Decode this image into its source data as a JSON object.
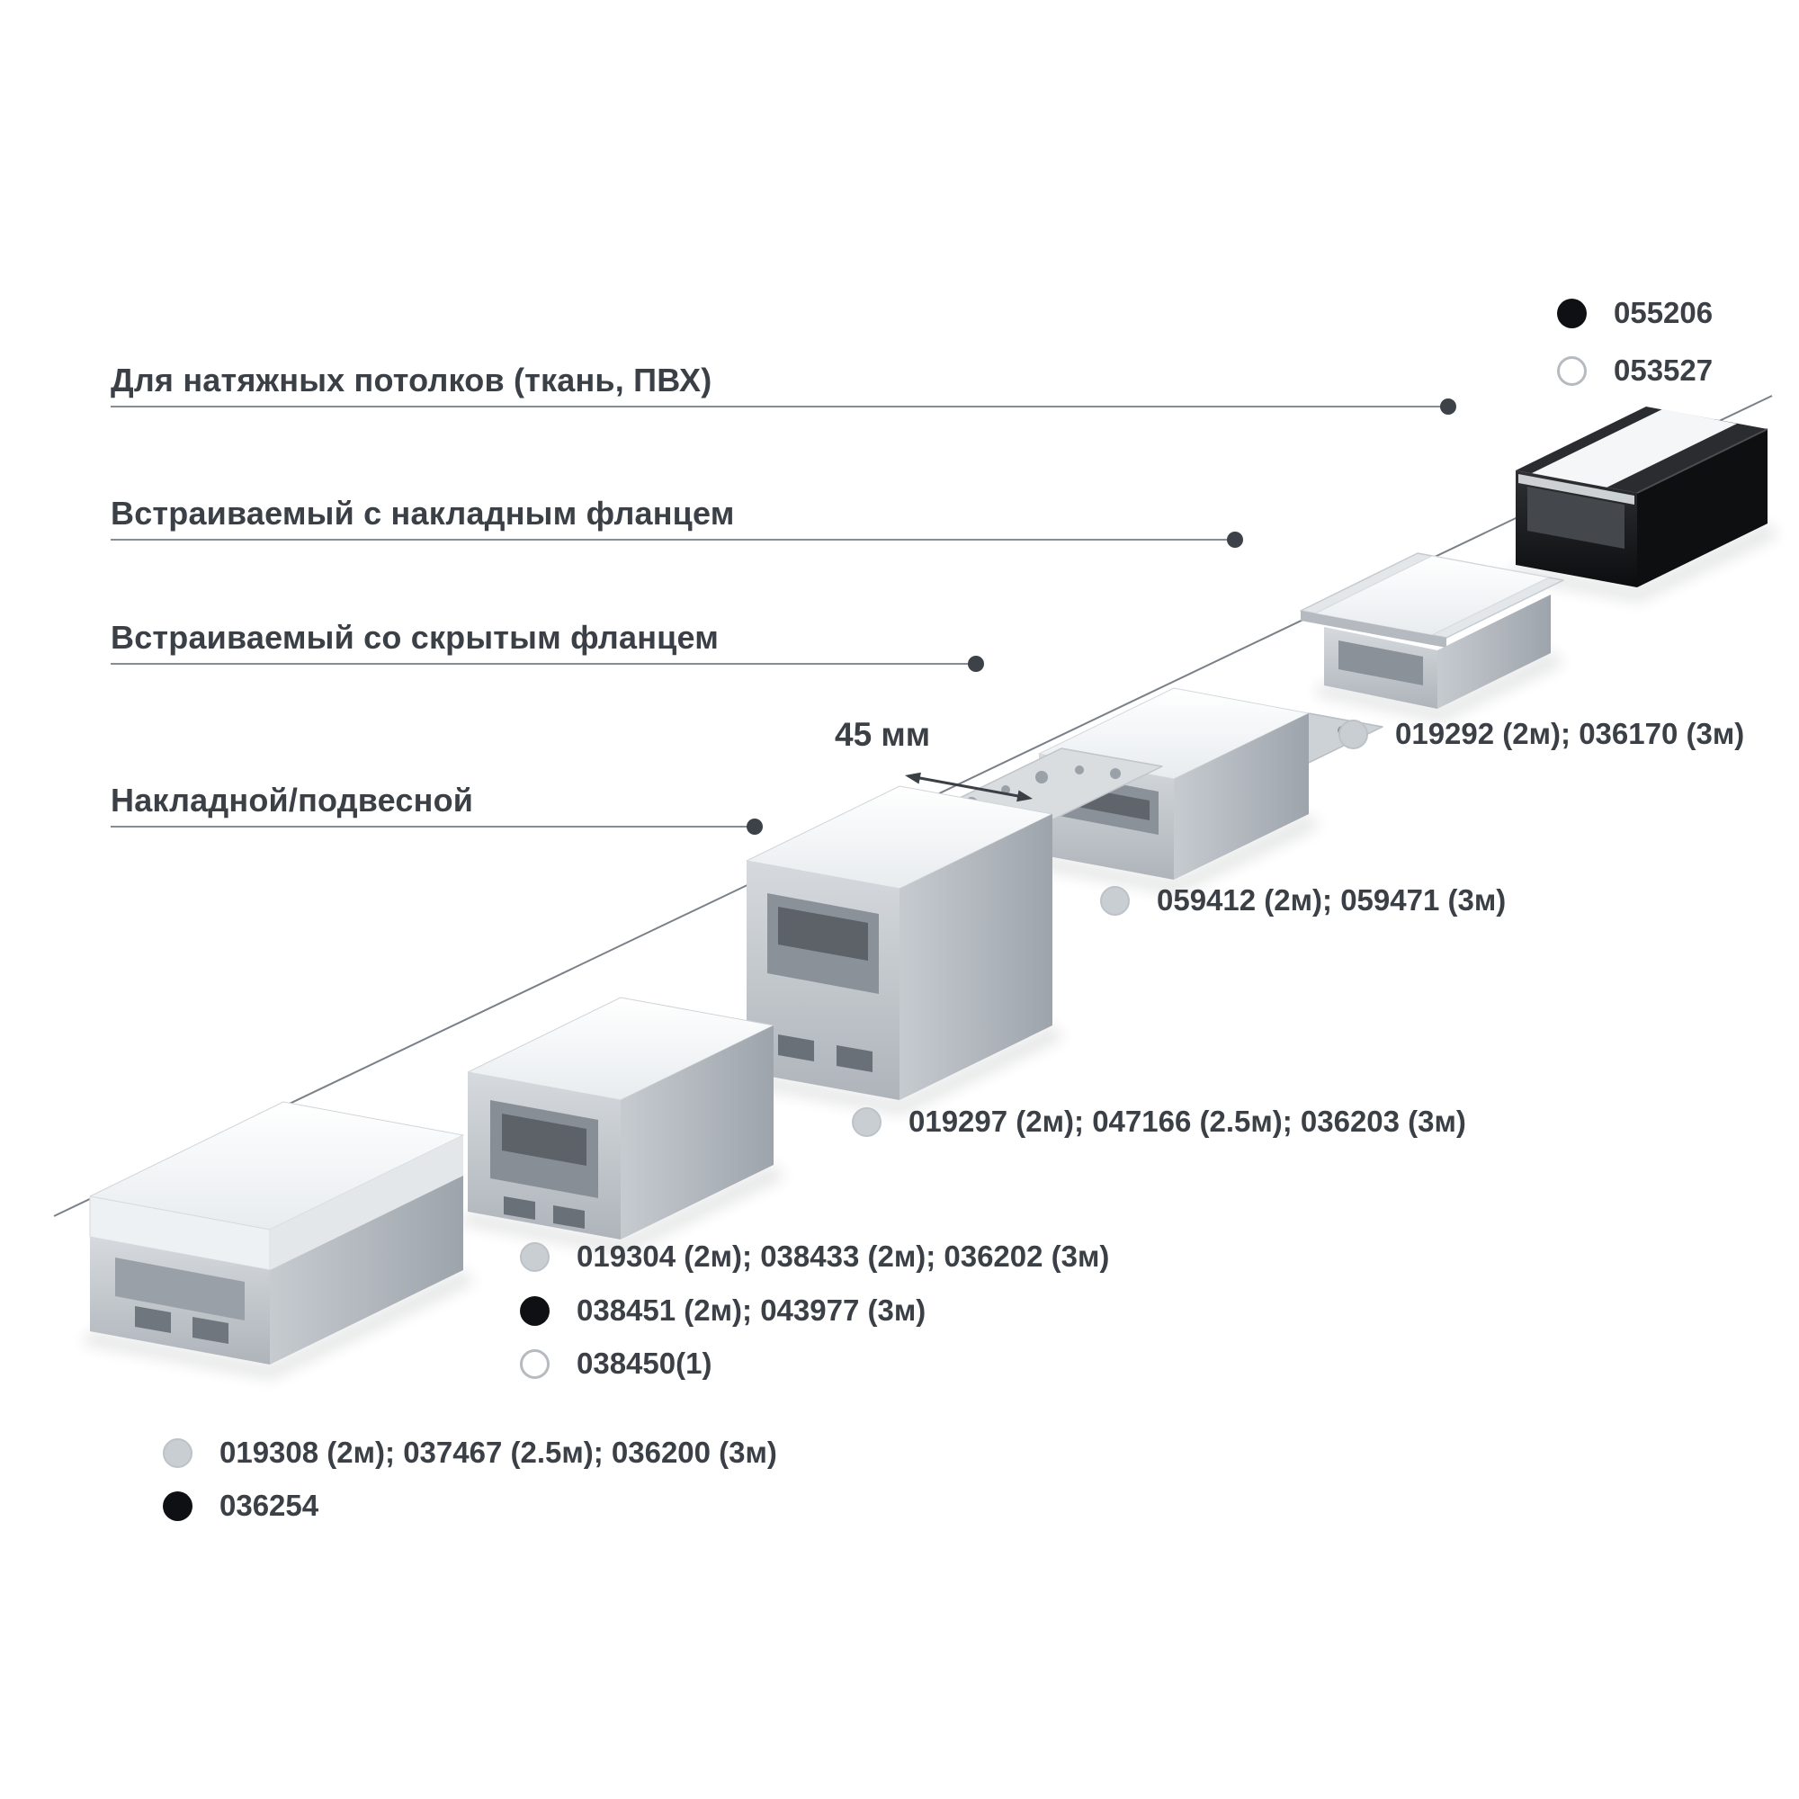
{
  "page": {
    "background": "#ffffff"
  },
  "colors": {
    "text": "#3a4046",
    "leader_line": "#868c93",
    "leader_dot": "#3d4248",
    "dot_gray": "#c9ced3",
    "dot_black": "#0f1013",
    "dot_white_ring": "#b6bbc1"
  },
  "variant_legend": {
    "items": [
      {
        "dot": "black",
        "code": "055206"
      },
      {
        "dot": "white",
        "code": "053527"
      }
    ]
  },
  "categories": {
    "items": [
      {
        "label": "Для натяжных потолков (ткань, ПВХ)"
      },
      {
        "label": "Встраиваемый с накладным фланцем"
      },
      {
        "label": "Встраиваемый со скрытым фланцем"
      },
      {
        "label": "Накладной/подвесной"
      }
    ]
  },
  "dimension": {
    "label": "45 мм"
  },
  "product_codes": {
    "items": [
      {
        "dot": "gray",
        "text": "019292 (2м); 036170 (3м)"
      },
      {
        "dot": "gray",
        "text": "059412 (2м); 059471 (3м)"
      },
      {
        "dot": "gray",
        "text": "019297 (2м); 047166 (2.5м); 036203 (3м)"
      },
      {
        "dot": "gray",
        "text": "019304 (2м); 038433 (2м); 036202 (3м)"
      },
      {
        "dot": "black",
        "text": "038451 (2м); 043977 (3м)"
      },
      {
        "dot": "white",
        "text": "038450(1)"
      },
      {
        "dot": "gray",
        "text": "019308 (2м); 037467 (2.5м); 036200 (3м)"
      },
      {
        "dot": "black",
        "text": "036254"
      }
    ]
  }
}
